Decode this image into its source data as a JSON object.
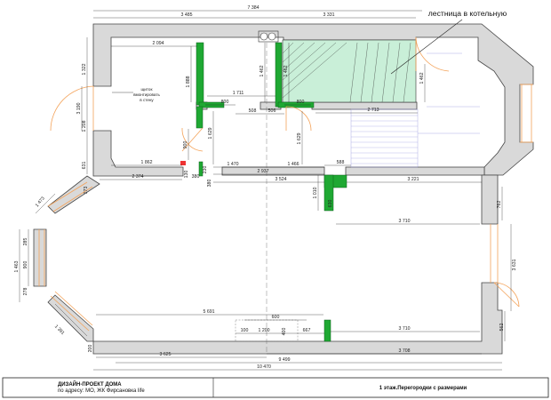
{
  "stair_note": "лестница в котельную",
  "panel_note": [
    "щиток",
    "вмонтировать",
    "в стену"
  ],
  "colors": {
    "wall": "#d9d9d9",
    "partition": "#1fa833",
    "stair": "#c9efd8",
    "door": "#f4a35a",
    "guide": "#1a1a1a"
  },
  "dims": {
    "top_total": "7 384",
    "top_left": "3 485",
    "top_right": "3 331",
    "room_width": "2 094",
    "room_width_b": "1 711",
    "seg_800": "800",
    "seg_508": "508",
    "seg_506": "506",
    "seg_800b": "800",
    "stair_w": "2 713",
    "left_1322": "1 322",
    "left_3190": "3 190",
    "left_1208": "1 208",
    "left_631": "631",
    "v_1888": "1 888",
    "v_1629": "1 629",
    "v_900": "900",
    "v_1462": "1 462",
    "v_1462b": "1 462",
    "v_1629b": "1 629",
    "v_1462c": "1 462",
    "mid_1862": "1 862",
    "mid_1470": "1 470",
    "mid_1466": "1 466",
    "mid_588": "588",
    "mid_2374": "2 374",
    "mid_2937": "2 937",
    "mid_3524": "3 524",
    "mid_3221": "3 221",
    "mid_380": "380",
    "mid_380b": "380",
    "mid_230": "230",
    "mid_130": "130",
    "v_1010": "1 010",
    "v_630": "630",
    "v_762": "762",
    "r_3710": "3 710",
    "r_3631": "3 631",
    "left_1473": "1 473",
    "left_285": "285",
    "left_1463": "1 463",
    "left_900": "900",
    "left_278": "278",
    "left_1391": "1 391",
    "left_173": "173",
    "low_5691": "5 691",
    "low_600": "600",
    "low_100": "100",
    "low_1200": "1 200",
    "low_400": "400",
    "low_667": "667",
    "low_3710": "3 710",
    "low_562": "562",
    "bot_3625": "3 625",
    "bot_3708": "3 708",
    "bot_9499": "9 499",
    "bot_10470": "10 470",
    "bot_200": "200"
  },
  "title_block": {
    "project": "ДИЗАЙН-ПРОЕКТ ДОМА",
    "address": "по адресу: МО, ЖК Фирсановка life",
    "sheet": "1 этаж.Перегородки с размерами"
  }
}
